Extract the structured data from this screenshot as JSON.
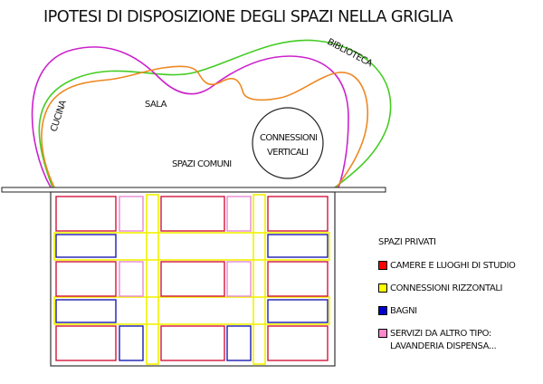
{
  "title": "IPOTESI DI DISPOSIZIONE DEGLI SPAZI NELLA GRIGLIA",
  "labels": {
    "cucina": "CUCINA",
    "sala": "SALA",
    "biblioteca": "BIBLIOTECA",
    "connessioni_verticali_1": "CONNESSIONI",
    "connessioni_verticali_2": "VERTICALI",
    "spazi_comuni": "SPAZI COMUNI"
  },
  "legend": {
    "title": "SPAZI PRIVATI",
    "items": [
      {
        "label": "CAMERE E LUOGHI DI STUDIO",
        "color": "#ff0000"
      },
      {
        "label": "CONNESSIONI RIZZONTALI",
        "color": "#ffff00"
      },
      {
        "label": "BAGNI",
        "color": "#0000cc"
      },
      {
        "label": "SERVIZI DA ALTRO TIPO: LAVANDERIA DISPENSA...",
        "color": "#ff88cc"
      }
    ]
  },
  "colors": {
    "camere": "#d2163c",
    "connessioni": "#f2f200",
    "bagni": "#1c1cb4",
    "servizi": "#e888d4",
    "outline_green": "#44cc22",
    "outline_magenta": "#cc22cc",
    "outline_orange": "#ee8822"
  }
}
